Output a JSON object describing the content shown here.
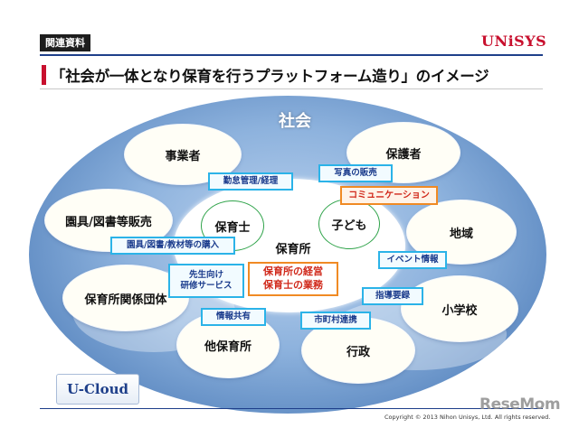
{
  "header": {
    "tag": "関連資料",
    "brand": "UNiSYS",
    "title": "「社会が一体となり保育を行うプラットフォーム造り」のイメージ"
  },
  "diagram": {
    "society": "社会",
    "center": "保育所",
    "inner": {
      "hoikusi": "保育士",
      "kodomo": "子ども"
    },
    "bubbles": {
      "jigyousha": "事業者",
      "hogosha": "保護者",
      "enguzu": "園具/図書等販売",
      "chiiki": "地域",
      "kankeidantai": "保育所関係団体",
      "shogakko": "小学校",
      "tahoikusho": "他保育所",
      "gyosei": "行政"
    },
    "labels": {
      "kintai": "勤怠管理/経理",
      "shashin": "写真の販売",
      "communication": "コミュニケーション",
      "konyu": "園具/図書/教材等の購入",
      "event": "イベント情報",
      "kenshu_line1": "先生向け",
      "kenshu_line2": "研修サービス",
      "keiei_line1": "保育所の経営",
      "keiei_line2": "保育士の業務",
      "shido": "指導要録",
      "joho": "情報共有",
      "renkei": "市町村連携"
    }
  },
  "footer": {
    "logo": "U-Cloud",
    "copyright": "Copyright © 2013 Nihon Unisys, Ltd. All rights reserved.",
    "watermark": "ReseMom"
  },
  "colors": {
    "accent_red": "#c8102e",
    "navy": "#1e3f8a",
    "cyan_border": "#2bb3e8",
    "orange_border": "#f08a24",
    "green_border": "#2fa34a"
  }
}
